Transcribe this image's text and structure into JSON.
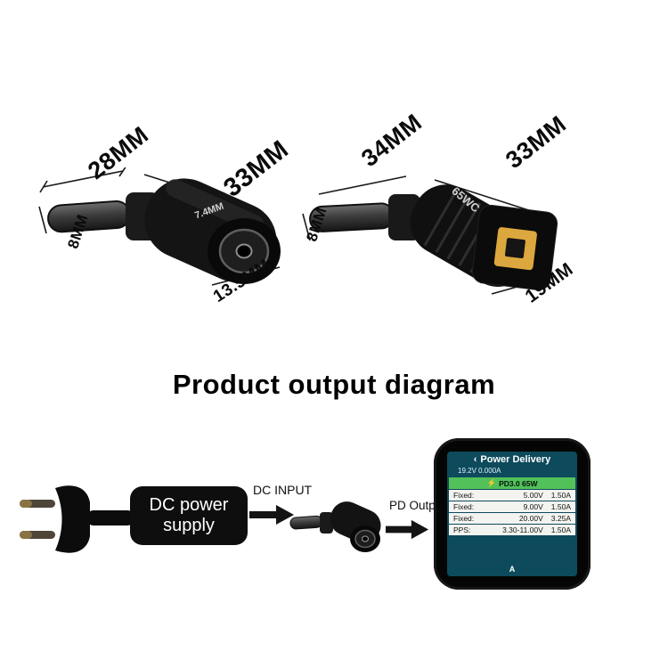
{
  "title": "Product output diagram",
  "dims_left": {
    "top_left": "28MM",
    "top_right": "33MM",
    "side": "8MM",
    "bottom": "13.5MM",
    "port_marking": "7.4MM"
  },
  "dims_right": {
    "top_left": "34MM",
    "top_right": "33MM",
    "side": "8MM",
    "bottom": "19MM",
    "port_marking": "65WC"
  },
  "flow": {
    "supply": "DC power supply",
    "dc_input": "DC INPUT",
    "pd_output": "PD Output"
  },
  "tester": {
    "back_icon": "‹",
    "header": "Power Delivery",
    "status": "19.2V 0.000A",
    "pd_row": {
      "icon": "⚡",
      "label": "PD3.0 65W"
    },
    "rows": [
      {
        "name": "Fixed:",
        "voltage": "5.00V",
        "current": "1.50A"
      },
      {
        "name": "Fixed:",
        "voltage": "9.00V",
        "current": "1.50A"
      },
      {
        "name": "Fixed:",
        "voltage": "20.00V",
        "current": "3.25A"
      },
      {
        "name": "PPS:",
        "voltage": "3.30-11.00V",
        "current": "1.50A"
      }
    ],
    "bottom": "A"
  },
  "colors": {
    "tip_yellow": "#dca73e",
    "green_row": "#52c15a",
    "screen_teal": "#0d4a5c"
  }
}
